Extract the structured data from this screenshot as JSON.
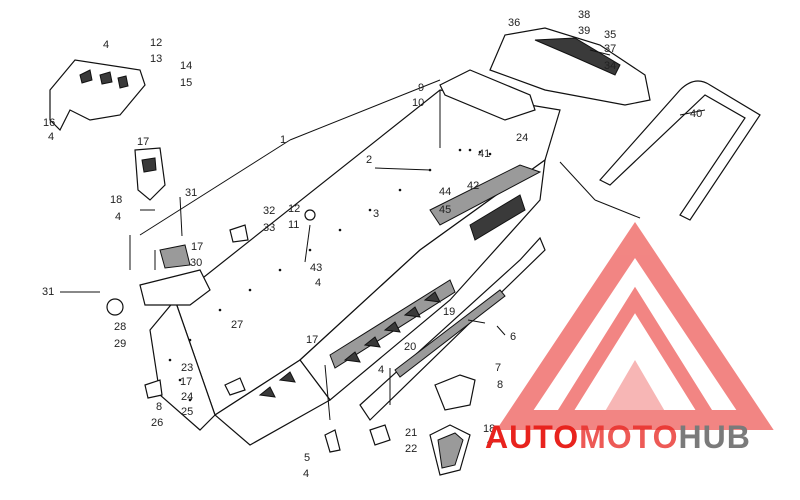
{
  "labels": {
    "l1": "1",
    "l2": "2",
    "l3": "3",
    "l4a": "4",
    "l4b": "4",
    "l4c": "4",
    "l4d": "4",
    "l4e": "4",
    "l4f": "4",
    "l4g": "4",
    "l5": "5",
    "l6": "6",
    "l7": "7",
    "l8a": "8",
    "l8b": "8",
    "l9": "9",
    "l10": "10",
    "l11": "11",
    "l12a": "12",
    "l12b": "12",
    "l13": "13",
    "l14": "14",
    "l15": "15",
    "l16": "16",
    "l17a": "17",
    "l17b": "17",
    "l17c": "17",
    "l17d": "17",
    "l18a": "18",
    "l18b": "18",
    "l19": "19",
    "l20": "20",
    "l21": "21",
    "l22": "22",
    "l23": "23",
    "l24a": "24",
    "l24b": "24",
    "l25": "25",
    "l26": "26",
    "l27": "27",
    "l28": "28",
    "l29": "29",
    "l30": "30",
    "l31a": "31",
    "l31b": "31",
    "l32": "32",
    "l33": "33",
    "l34": "34",
    "l35": "35",
    "l36": "36",
    "l37": "37",
    "l38": "38",
    "l39": "39",
    "l40": "40",
    "l41": "41",
    "l42": "42",
    "l43": "43",
    "l44": "44",
    "l45": "45"
  },
  "watermark": {
    "part1": "AUTO",
    "part2": "MOTO",
    "part3": "HUB",
    "color_red": "#e8231e",
    "color_gray": "#8a8a8a"
  }
}
